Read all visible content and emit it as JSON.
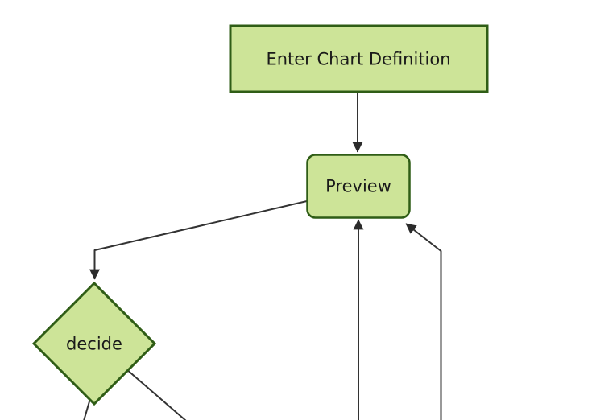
{
  "diagram": {
    "kind": "flowchart",
    "background_color": "#ffffff",
    "theme": {
      "node_fill": "#cde498",
      "node_stroke": "#2f5d16",
      "edge_color": "#333333",
      "arrow_color": "#2b2b2b",
      "text_color": "#1a1a1a"
    },
    "nodes": [
      {
        "id": "A",
        "label": "Enter Chart Definition",
        "shape": "rectangle"
      },
      {
        "id": "B",
        "label": "Preview",
        "shape": "rounded-rectangle"
      },
      {
        "id": "C",
        "label": "decide",
        "shape": "diamond"
      }
    ],
    "edges": [
      {
        "from": "Enter Chart Definition",
        "to": "Preview",
        "arrowhead_visible": true
      },
      {
        "from": "Preview",
        "to": "decide",
        "arrowhead_visible": true
      },
      {
        "from": "offscreen-bottom-center",
        "to": "Preview",
        "arrowhead_visible": true
      },
      {
        "from": "offscreen-bottom-right",
        "to": "Preview",
        "arrowhead_visible": true
      },
      {
        "from": "decide",
        "to": "offscreen-bottom-left",
        "arrowhead_visible": false
      },
      {
        "from": "decide",
        "to": "offscreen-bottom-right",
        "arrowhead_visible": false
      }
    ]
  }
}
